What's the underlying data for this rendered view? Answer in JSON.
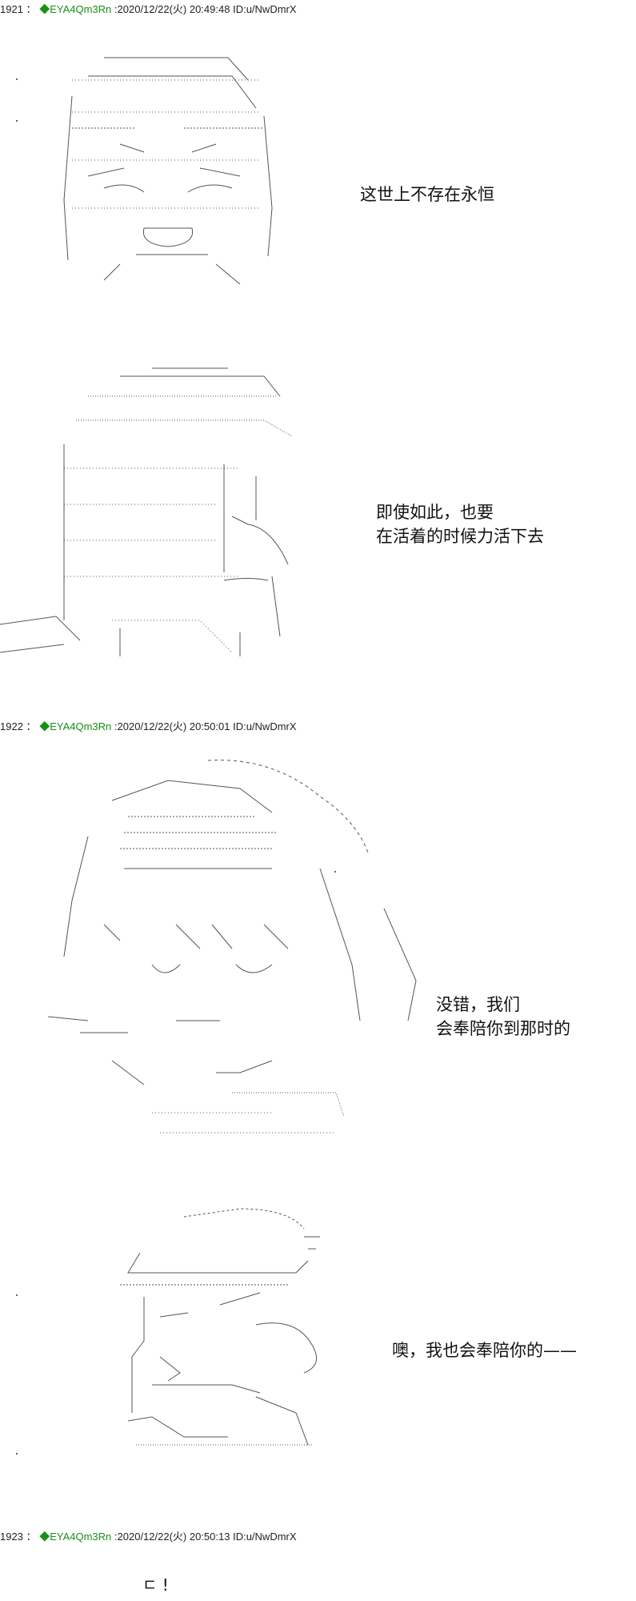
{
  "posts": [
    {
      "number": "1921",
      "separator": "：",
      "trip_mark": "◆",
      "name": "EYA4Qm3Rn",
      "datetime": ":2020/12/22(火) 20:49:48",
      "id": "ID:u/NwDmrX"
    },
    {
      "number": "1922",
      "separator": "：",
      "trip_mark": "◆",
      "name": "EYA4Qm3Rn",
      "datetime": ":2020/12/22(火) 20:50:01",
      "id": "ID:u/NwDmrX"
    },
    {
      "number": "1923",
      "separator": "：",
      "trip_mark": "◆",
      "name": "EYA4Qm3Rn",
      "datetime": ":2020/12/22(火) 20:50:13",
      "id": "ID:u/NwDmrX"
    }
  ],
  "dialogues": {
    "d1": [
      "这世上不存在永恒"
    ],
    "d2": [
      "即使如此，也要",
      "在活着的时候力活下去"
    ],
    "d3": [
      "没错，我们",
      "会奉陪你到那时的"
    ],
    "d4": [
      "噢，我也会奉陪你的——"
    ]
  },
  "trailing_fragment": "ㄷ !",
  "colors": {
    "trip_name": "#1a8f1a",
    "text": "#222222",
    "art_line": "#555555"
  }
}
